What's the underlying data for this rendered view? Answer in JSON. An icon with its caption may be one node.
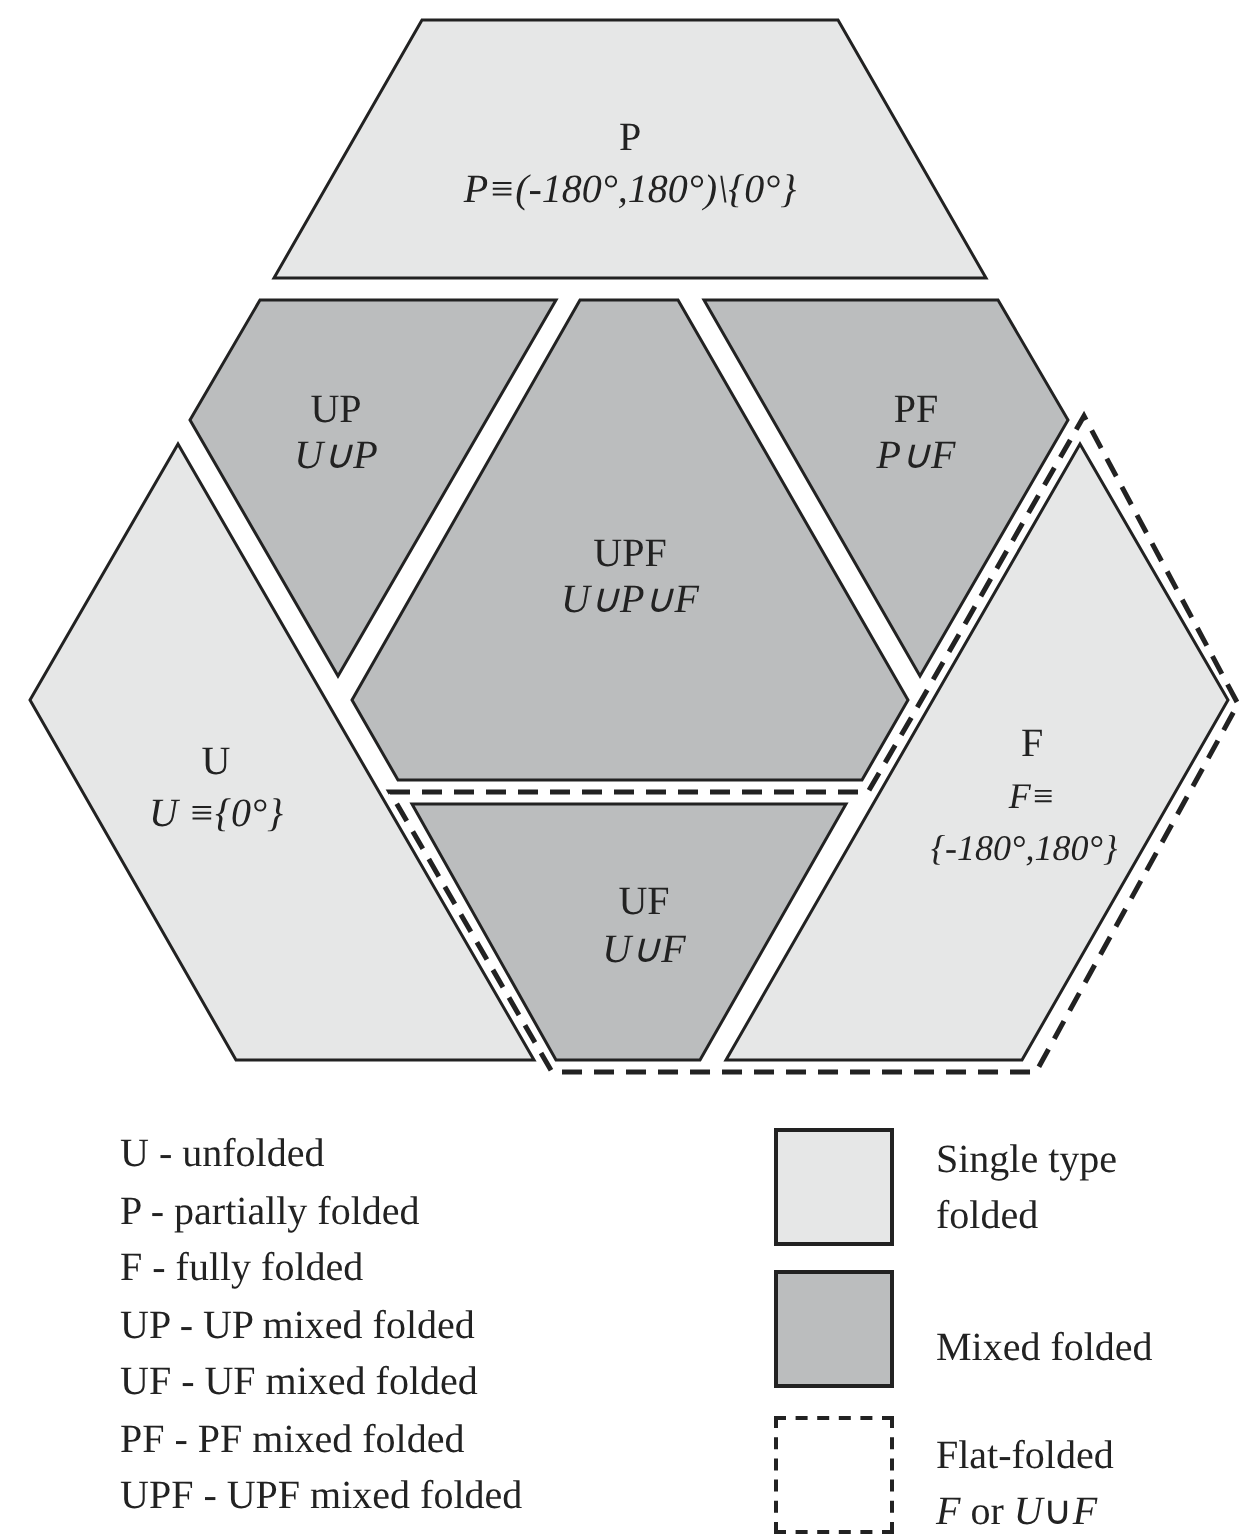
{
  "diagram": {
    "nodes": [
      {
        "text": [
          "P",
          "P≡(-180°,180°)\\{0°}"
        ]
      },
      {
        "text": [
          "UP",
          "U∪P"
        ]
      },
      {
        "text": [
          "UPF",
          "U∪P∪F"
        ]
      },
      {
        "text": [
          "PF",
          "P∪F"
        ]
      },
      {
        "text": [
          "U",
          "U ≡{0°}"
        ]
      },
      {
        "text": [],
        "shape": "outline"
      },
      {
        "text": [
          "F",
          "F≡",
          "{-180°,180°}"
        ],
        "in": 5
      },
      {
        "text": [
          "UF",
          "U∪F"
        ],
        "in": 5
      }
    ],
    "edges": [],
    "labels": [
      "U - unfolded",
      "P - partially folded",
      "F - fully folded",
      "UP - UP mixed folded",
      "UF - UF mixed folded",
      "PF - PF mixed folded",
      "UPF - UPF mixed folded"
    ],
    "legend": [
      {
        "text": "Single type folded",
        "color": "#e6e7e7"
      },
      {
        "text": "Mixed folded",
        "color": "#bbbdbe"
      },
      {
        "text": "Flat-folded *F* or *U*∪*F*"
      }
    ]
  }
}
